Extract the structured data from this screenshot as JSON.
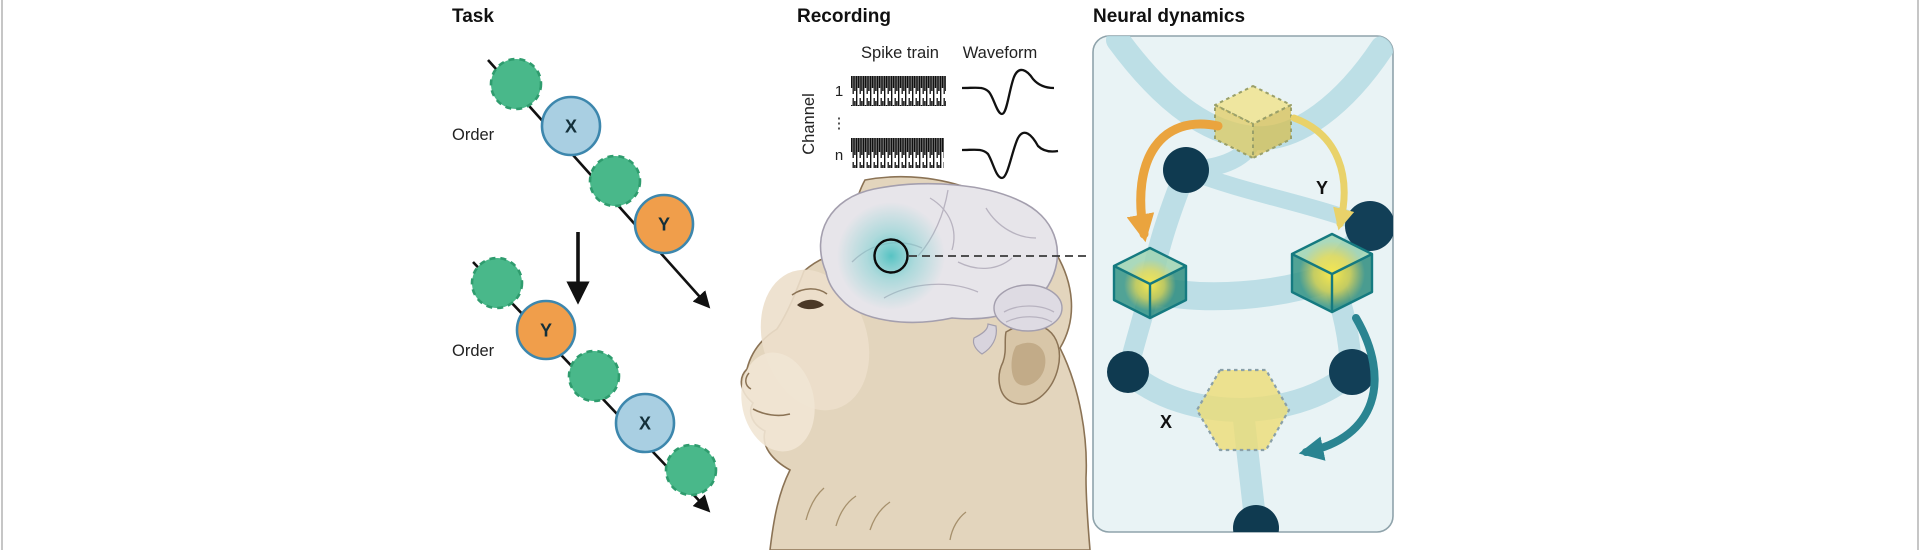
{
  "task": {
    "title": "Task",
    "order1": "Order",
    "order2": "Order",
    "seq1_x": "X",
    "seq1_y": "Y",
    "seq2_y": "Y",
    "seq2_x": "X"
  },
  "recording": {
    "title": "Recording",
    "spike_train": "Spike train",
    "waveform": "Waveform",
    "channel": "Channel",
    "channel_first": "1",
    "channel_dots": "⋮",
    "channel_last": "n"
  },
  "neural": {
    "title": "Neural dynamics",
    "label_y": "Y",
    "label_x": "X"
  },
  "colors": {
    "distractor_green": "#49b88a",
    "item_blue": "#a9cfe2",
    "item_orange": "#f09e4b",
    "outline_blue": "#3d87ad",
    "teal_glow": "#7fd0d0",
    "panel_bg": "#e9f3f5",
    "network_node": "#0f3a50",
    "network_edge": "#b7dce4",
    "ghost_cube_yellow": "#ecdc76",
    "active_cube_green": "#2f9181",
    "arrow_orange": "#eaa43e",
    "arrow_yellow": "#e9d26a",
    "arrow_teal": "#2a8491",
    "monkey_fur": "#e3d5bd",
    "brain_gray": "#e7e5ea"
  }
}
